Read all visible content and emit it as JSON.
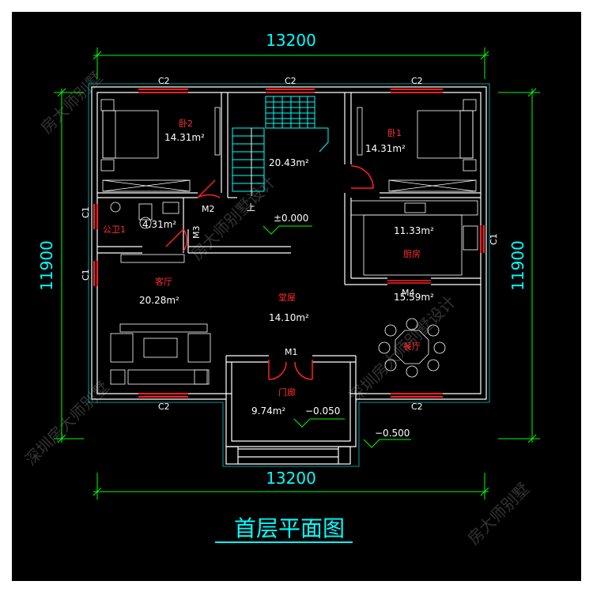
{
  "drawing": {
    "title": "首层平面图",
    "watermarks": [
      "房大师别墅",
      "房大师别墅设计",
      "深圳房大师别墅",
      "深圳房大师别墅设计",
      "房大师别墅"
    ],
    "colors": {
      "background": "#000000",
      "wall": "#ffffff",
      "dimension": "#00ff00",
      "text": "#ffffff",
      "room_name": "#ff3030",
      "cyan": "#00ffff",
      "window": "#ff2020",
      "title": "#00ffff"
    }
  },
  "dimensions": {
    "top": "13200",
    "bottom": "13200",
    "left": "11900",
    "right": "11900"
  },
  "window_tags": {
    "top_left": "C2",
    "top_mid": "C2",
    "top_right": "C2",
    "left_upper": "C1",
    "left_lower": "C1",
    "right": "C1",
    "bottom_left": "C2",
    "bottom_right": "C2"
  },
  "door_tags": {
    "m1": "M1",
    "m2": "M2",
    "m3": "M3",
    "m4": "M4"
  },
  "rooms": {
    "bedroom2": {
      "name": "卧2",
      "area": "14.31m²"
    },
    "stair": {
      "area": "20.43m²"
    },
    "bedroom1": {
      "name": "卧1",
      "area": "14.31m²"
    },
    "bath": {
      "name": "公卫1",
      "area": "4.31m²"
    },
    "kitchen": {
      "name": "厨房",
      "area": "11.33m²"
    },
    "living": {
      "name": "客厅",
      "area": "20.28m²"
    },
    "hall": {
      "name": "堂屋",
      "area": "14.10m²"
    },
    "dining": {
      "name": "餐厅",
      "area": "15.59m²"
    },
    "entry": {
      "name": "门廊",
      "area": "9.74m²"
    }
  },
  "levels": {
    "main": "±0.000",
    "entry": "−0.050",
    "outside": "−0.500"
  },
  "stair_label": "上"
}
